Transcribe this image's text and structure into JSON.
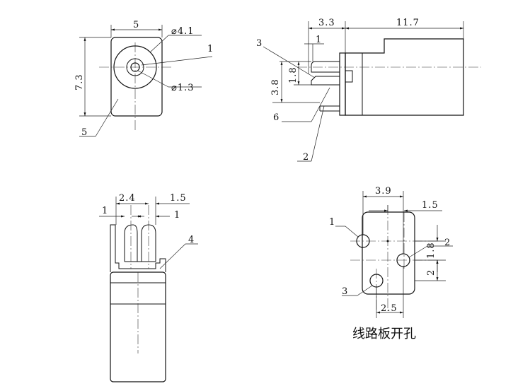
{
  "top_left_view": {
    "dim_width": "5",
    "dim_height": "7.3",
    "dim_outer_dia": "⌀4.1",
    "dim_inner_dia": "⌀1.3",
    "callout_1": "1",
    "callout_5": "5"
  },
  "top_right_view": {
    "dim_left": "3.3",
    "dim_right": "11.7",
    "dim_small": "1",
    "dim_vert_small": "1.8",
    "dim_vert_large": "3.8",
    "callout_3": "3",
    "callout_6": "6",
    "callout_2": "2"
  },
  "bottom_left_view": {
    "dim_pitch": "2.4",
    "dim_right": "1.5",
    "dim_left_small": "1",
    "dim_right_small": "1",
    "callout_4": "4"
  },
  "bottom_right_view": {
    "dim_top": "3.9",
    "dim_right": "1.5",
    "dim_vert_small": "1.8",
    "dim_vert_large": "2",
    "dim_bottom": "2.5",
    "callout_1": "1",
    "callout_2": "2",
    "callout_3": "3",
    "caption": "线路板开孔"
  }
}
